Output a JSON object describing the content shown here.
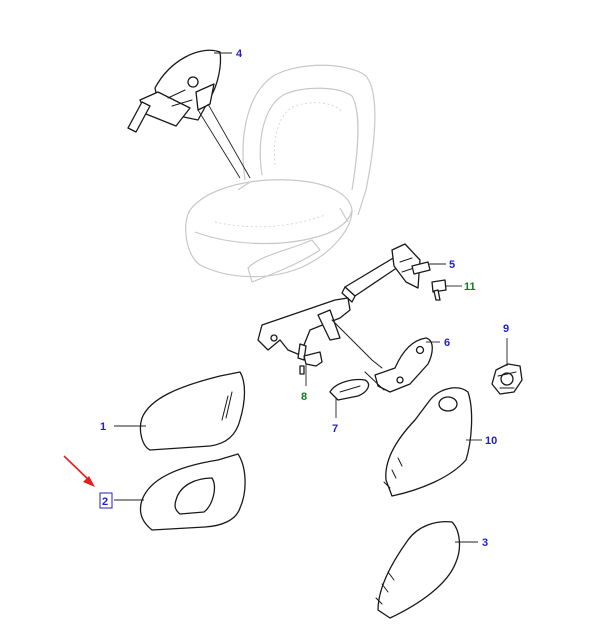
{
  "callouts": [
    {
      "id": "1",
      "color": "#1f1fcf"
    },
    {
      "id": "2",
      "color": "#1f1fcf",
      "highlighted": true
    },
    {
      "id": "3",
      "color": "#1f1fcf"
    },
    {
      "id": "4",
      "color": "#1f1fcf"
    },
    {
      "id": "5",
      "color": "#1f1fcf"
    },
    {
      "id": "6",
      "color": "#1f1fcf"
    },
    {
      "id": "7",
      "color": "#1f1fcf"
    },
    {
      "id": "8",
      "color": "#0d7f1a"
    },
    {
      "id": "9",
      "color": "#1f1fcf"
    },
    {
      "id": "10",
      "color": "#1f1fcf"
    },
    {
      "id": "11",
      "color": "#0d7f1a"
    }
  ],
  "highlight": {
    "part": "2",
    "arrow_color": "#e02020",
    "box_color": "#1f1fcf"
  }
}
